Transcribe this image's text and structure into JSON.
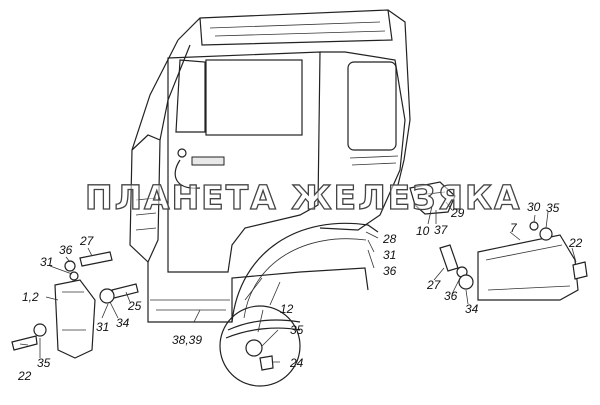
{
  "watermark": "ПЛАНЕТА ЖЕЛЕЗЯКА",
  "callouts": [
    "36",
    "27",
    "31",
    "1,2",
    "31",
    "34",
    "25",
    "35",
    "22",
    "38,39",
    "12",
    "35",
    "24",
    "28",
    "31",
    "36",
    "10",
    "37",
    "29",
    "30",
    "35",
    "7",
    "22",
    "27",
    "36",
    "34"
  ]
}
